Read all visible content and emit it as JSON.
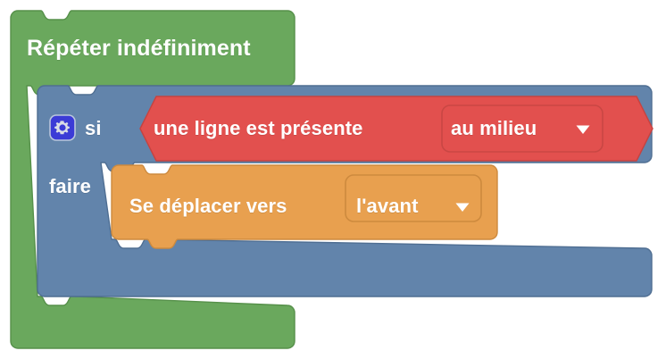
{
  "editor": {
    "type": "block-programming-workspace",
    "language": "fr",
    "background_color": "#ffffff"
  },
  "blocks": {
    "repeat": {
      "name": "repeat-forever-block",
      "label": "Répéter indéfiniment",
      "color": "#6aa85d",
      "border_color": "#56904a",
      "shape": "c-block"
    },
    "if_then": {
      "name": "if-do-block",
      "if_label": "si",
      "do_label": "faire",
      "color": "#6284ab",
      "border_color": "#4f6e92",
      "shape": "c-block",
      "mutator_icon": "gear-icon",
      "mutator_icon_color": "#3b3bd6",
      "mutator_glyph_color": "#d9dce6"
    },
    "condition": {
      "name": "line-present-condition-block",
      "label": "une ligne est présente",
      "color": "#e2504e",
      "border_color": "#c64340",
      "shape": "hexagon",
      "dropdown": {
        "name": "position-dropdown",
        "value": "au milieu",
        "arrow_icon": "chevron-down-icon",
        "field_color": "#e2504e",
        "field_border": "#c94744",
        "options": [
          "au milieu"
        ]
      }
    },
    "move": {
      "name": "move-towards-block",
      "label": "Se déplacer vers",
      "color": "#e8a04f",
      "border_color": "#cd8a3e",
      "shape": "statement",
      "dropdown": {
        "name": "direction-dropdown",
        "value": "l'avant",
        "arrow_icon": "chevron-down-icon",
        "field_color": "#e8a04f",
        "field_border": "#cd8a3e",
        "options": [
          "l'avant"
        ]
      }
    }
  }
}
